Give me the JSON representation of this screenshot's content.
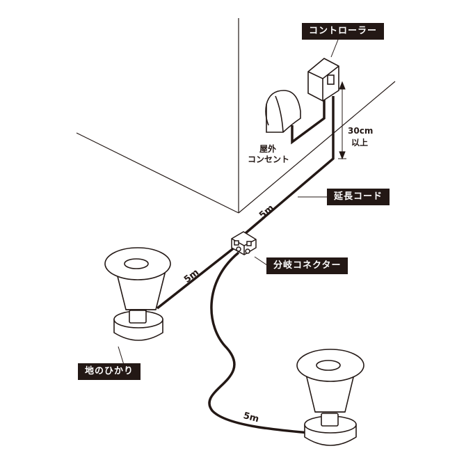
{
  "labels": {
    "controller": "コントローラー",
    "outlet_line1": "屋外",
    "outlet_line2": "コンセント",
    "height_line1": "30cm",
    "height_line2": "以上",
    "extension_cord": "延長コード",
    "splitter": "分岐コネクター",
    "ground_light": "地のひかり"
  },
  "cable_lengths": {
    "extension": "5m",
    "left_branch": "5m",
    "right_branch": "5m"
  },
  "colors": {
    "ink": "#231815",
    "background": "#ffffff"
  }
}
